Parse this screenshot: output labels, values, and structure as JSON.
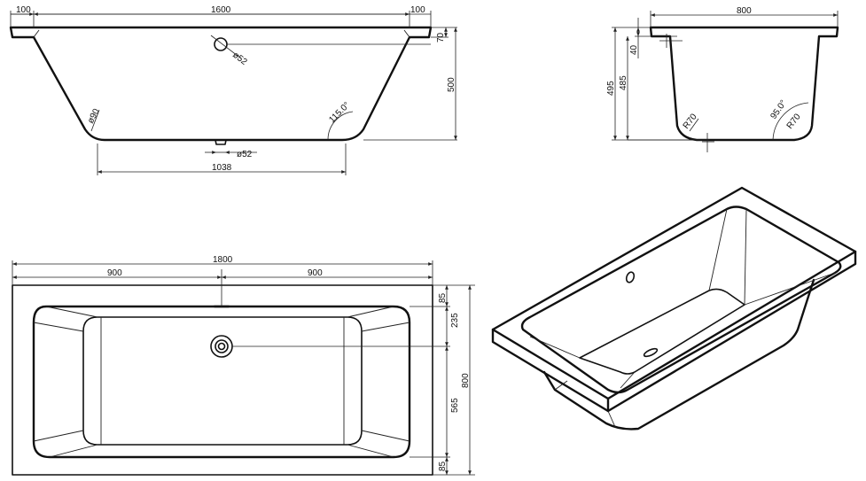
{
  "side_view": {
    "rim_left": "100",
    "inner_length": "1600",
    "rim_right": "100",
    "rim_height": "70",
    "total_height": "500",
    "radius": "ø90",
    "drain_diameter_top": "ø52",
    "drain_diameter_bottom": "ø52",
    "wall_angle": "115.0°",
    "bottom_length": "1038"
  },
  "end_view": {
    "total_width": "800",
    "rim_depth": "40",
    "outer_height": "495",
    "inner_height": "485",
    "radius_left": "R70",
    "radius_right": "R70",
    "wall_angle": "95.0°"
  },
  "top_view": {
    "total_length": "1800",
    "half_left": "900",
    "half_right": "900",
    "total_width": "800",
    "rim_top": "85",
    "drain_offset": "235",
    "remaining": "565",
    "rim_bottom": "85"
  }
}
